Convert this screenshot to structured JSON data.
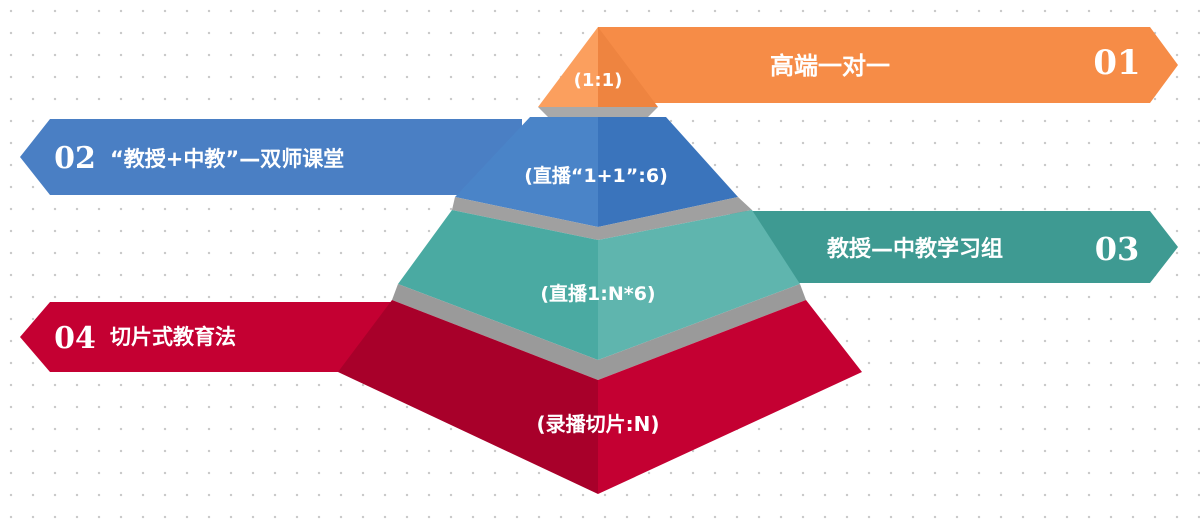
{
  "colors": {
    "level1": "#f68c47",
    "level2": "#4a7fc4",
    "level3": "#3e9a92",
    "level4": "#c40032",
    "separator": "#9a9a9a"
  },
  "levels": [
    {
      "number": "01",
      "title": "高端一对一",
      "ratio": "(1:1)"
    },
    {
      "number": "02",
      "title": "“教授+中教”—双师课堂",
      "ratio": "(直播“1+1”:6)"
    },
    {
      "number": "03",
      "title": "教授—中教学习组",
      "ratio": "(直播1:N*6)"
    },
    {
      "number": "04",
      "title": "切片式教育法",
      "ratio": "(录播切片:N)"
    }
  ]
}
